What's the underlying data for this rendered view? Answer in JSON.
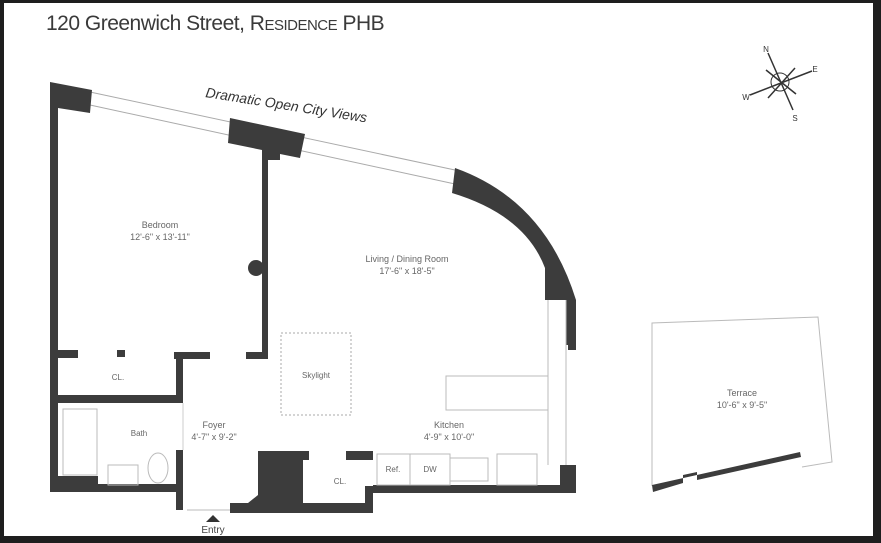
{
  "title": {
    "address": "120 Greenwich Street,",
    "residence": "Residence",
    "unit": "PHB"
  },
  "view_note": "Dramatic Open City Views",
  "compass": {
    "n": "N",
    "e": "E",
    "s": "S",
    "w": "W"
  },
  "rooms": {
    "bedroom": {
      "name": "Bedroom",
      "size": "12'-6\" x 13'-11\""
    },
    "living": {
      "name": "Living / Dining Room",
      "size": "17'-6\" x 18'-5\""
    },
    "skylight": {
      "name": "Skylight"
    },
    "closet1": {
      "name": "CL."
    },
    "bath": {
      "name": "Bath"
    },
    "foyer": {
      "name": "Foyer",
      "size": "4'-7\" x 9'-2\""
    },
    "kitchen": {
      "name": "Kitchen",
      "size": "4'-9\" x 10'-0\""
    },
    "closet2": {
      "name": "CL."
    },
    "ref": {
      "name": "Ref."
    },
    "dw": {
      "name": "DW"
    },
    "terrace": {
      "name": "Terrace",
      "size": "10'-6\" x 9'-5\""
    }
  },
  "entry": "Entry"
}
